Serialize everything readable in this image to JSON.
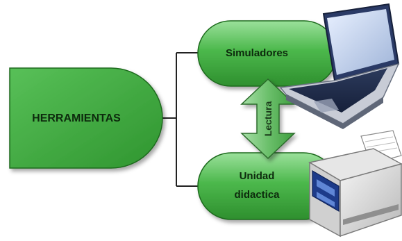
{
  "diagram": {
    "root": {
      "label": "HERRAMIENTAS"
    },
    "children": [
      {
        "label": "Simuladores",
        "icon": "laptop-icon"
      },
      {
        "label_lines": [
          "Unidad",
          "didactica"
        ],
        "icon": "printer-icon"
      }
    ],
    "arrow": {
      "label": "Lectura",
      "direction": "bidirectional-vertical"
    },
    "colors": {
      "node_fill": "#3aa63a",
      "node_highlight": "#8fd88f",
      "node_stroke": "#1f6b1f",
      "arrow_fill": "#7cc77c",
      "connector": "#222222",
      "text": "#0c2a0c"
    }
  }
}
